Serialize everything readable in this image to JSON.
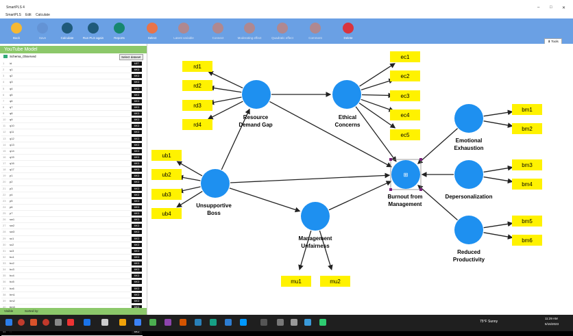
{
  "window": {
    "title": "SmartPLS 4"
  },
  "menu": [
    "SmartPLS",
    "Edit",
    "Calculate"
  ],
  "ribbon": [
    {
      "label": "Back",
      "color": "#f5b833",
      "icon": "arrow-left-icon",
      "enabled": true
    },
    {
      "label": "Save",
      "color": "#5d88c9",
      "icon": "save-icon",
      "enabled": false
    },
    {
      "label": "Calculate",
      "color": "#1f5a7a",
      "icon": "gear-icon",
      "enabled": true
    },
    {
      "label": "Run PLS again",
      "color": "#1f5a7a",
      "icon": "gears-icon",
      "enabled": true
    },
    {
      "label": "Reports",
      "color": "#17876f",
      "icon": "report-icon",
      "enabled": true
    },
    {
      "label": "Select",
      "color": "#e8744a",
      "icon": "cursor-icon",
      "enabled": true
    },
    {
      "label": "Latent variable",
      "color": "#e8744a",
      "icon": "circle-icon",
      "enabled": false
    },
    {
      "label": "Connect",
      "color": "#e8744a",
      "icon": "arrow-right-icon",
      "enabled": false
    },
    {
      "label": "Moderating effect",
      "color": "#e8744a",
      "icon": "person-icon",
      "enabled": false
    },
    {
      "label": "Quadratic effect",
      "color": "#e8744a",
      "icon": "people-icon",
      "enabled": false
    },
    {
      "label": "Comment",
      "color": "#e8744a",
      "icon": "comment-icon",
      "enabled": false
    },
    {
      "label": "Delete",
      "color": "#d8343f",
      "icon": "delete-icon",
      "enabled": true
    }
  ],
  "tools_label": "Tools",
  "left_panel": {
    "header": "YouTube Model",
    "dataset": "Schema_Observed",
    "select_button": "Select dataset",
    "rows": [
      {
        "n": "1",
        "v": "id",
        "tag": "MET"
      },
      {
        "n": "2",
        "v": "q1",
        "tag": "MKD"
      },
      {
        "n": "3",
        "v": "q2",
        "tag": "MKD"
      },
      {
        "n": "4",
        "v": "q3",
        "tag": "MKD"
      },
      {
        "n": "5",
        "v": "q4",
        "tag": "MKD"
      },
      {
        "n": "6",
        "v": "q5",
        "tag": "MKD"
      },
      {
        "n": "7",
        "v": "q6",
        "tag": "MKD"
      },
      {
        "n": "8",
        "v": "q7",
        "tag": "MKD"
      },
      {
        "n": "9",
        "v": "q8",
        "tag": "MKD"
      },
      {
        "n": "10",
        "v": "q9",
        "tag": "MKD"
      },
      {
        "n": "11",
        "v": "q10",
        "tag": "MKD"
      },
      {
        "n": "12",
        "v": "q11",
        "tag": "MKD"
      },
      {
        "n": "13",
        "v": "q12",
        "tag": "MKD"
      },
      {
        "n": "14",
        "v": "q13",
        "tag": "MKD"
      },
      {
        "n": "15",
        "v": "q14",
        "tag": "MKD"
      },
      {
        "n": "16",
        "v": "q15",
        "tag": "MKD"
      },
      {
        "n": "17",
        "v": "q16",
        "tag": "MKD"
      },
      {
        "n": "18",
        "v": "q17",
        "tag": "MKD"
      },
      {
        "n": "19",
        "v": "p1",
        "tag": "MKD"
      },
      {
        "n": "20",
        "v": "p2",
        "tag": "MKD"
      },
      {
        "n": "21",
        "v": "p3",
        "tag": "MKD"
      },
      {
        "n": "22",
        "v": "p4",
        "tag": "MKD"
      },
      {
        "n": "23",
        "v": "p5",
        "tag": "MKD"
      },
      {
        "n": "24",
        "v": "p6",
        "tag": "MKD"
      },
      {
        "n": "25",
        "v": "p7",
        "tag": "MKD"
      },
      {
        "n": "26",
        "v": "sw1",
        "tag": "MKD"
      },
      {
        "n": "27",
        "v": "sw2",
        "tag": "MKD"
      },
      {
        "n": "28",
        "v": "sw3",
        "tag": "MKD"
      },
      {
        "n": "29",
        "v": "sc1",
        "tag": "MKD"
      },
      {
        "n": "30",
        "v": "sc2",
        "tag": "MKD"
      },
      {
        "n": "31",
        "v": "sc3",
        "tag": "MKD"
      },
      {
        "n": "32",
        "v": "bo1",
        "tag": "MKD"
      },
      {
        "n": "33",
        "v": "bo2",
        "tag": "MKD"
      },
      {
        "n": "34",
        "v": "bo3",
        "tag": "MKD"
      },
      {
        "n": "35",
        "v": "bo4",
        "tag": "MKD"
      },
      {
        "n": "36",
        "v": "bo5",
        "tag": "MKD"
      },
      {
        "n": "37",
        "v": "bo6",
        "tag": "MKD"
      },
      {
        "n": "38",
        "v": "bm1",
        "tag": "MKD"
      },
      {
        "n": "39",
        "v": "bm2",
        "tag": "MKD"
      },
      {
        "n": "40",
        "v": "bm3",
        "tag": "MKD"
      },
      {
        "n": "41",
        "v": "bm4",
        "tag": "MKD"
      },
      {
        "n": "42",
        "v": "bm5",
        "tag": "MKD"
      },
      {
        "n": "43",
        "v": "bm6",
        "tag": "MKD"
      },
      {
        "n": "44",
        "v": "t1",
        "tag": "MKD"
      }
    ],
    "status_left": "Visible",
    "status_right": "Sorted by:"
  },
  "model": {
    "constructs": [
      {
        "id": "rdg",
        "label": [
          "Resource",
          "Demand Gap"
        ]
      },
      {
        "id": "ec",
        "label": [
          "Ethical",
          "Concerns"
        ]
      },
      {
        "id": "ub",
        "label": [
          "Unsupportive",
          "Boss"
        ]
      },
      {
        "id": "mu",
        "label": [
          "Management",
          "Unfairness"
        ]
      },
      {
        "id": "bfm",
        "label": [
          "Burnout from",
          "Management"
        ]
      },
      {
        "id": "ee",
        "label": [
          "Emotional",
          "Exhaustion"
        ]
      },
      {
        "id": "dp",
        "label": [
          "Depersonalization"
        ]
      },
      {
        "id": "rp",
        "label": [
          "Reduced",
          "Productivity"
        ]
      }
    ],
    "indicators": [
      "rd1",
      "rd2",
      "rd3",
      "rd4",
      "ec1",
      "ec2",
      "ec3",
      "ec4",
      "ec5",
      "ub1",
      "ub2",
      "ub3",
      "ub4",
      "mu1",
      "mu2",
      "bm1",
      "bm2",
      "bm3",
      "bm4",
      "bm5",
      "bm6"
    ],
    "colors": {
      "construct": "#1e90f0",
      "indicator": "#fff200",
      "arrow": "#222222",
      "selection": "#7a1f7a"
    }
  },
  "taskbar": {
    "weather": "75°F Sunny",
    "time": "11:29 AM",
    "date": "5/16/2023"
  }
}
